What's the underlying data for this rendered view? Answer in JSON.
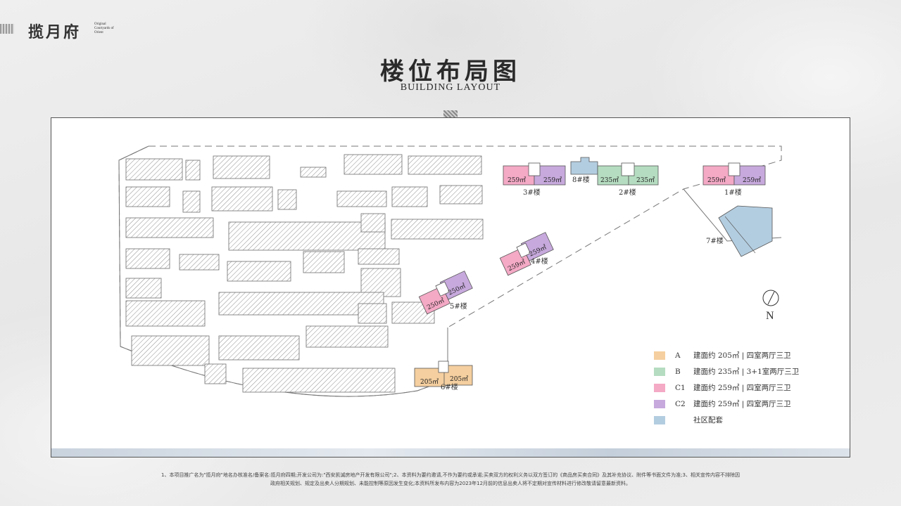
{
  "brand": {
    "logo_text": "揽月府",
    "logo_sub": "Original Courtyards of Orient"
  },
  "title": {
    "cn": "楼位布局图",
    "en": "BUILDING LAYOUT"
  },
  "colors": {
    "A": "#f5cf9f",
    "B": "#b5dcc0",
    "C1": "#f4a9c5",
    "C2": "#c7a9dd",
    "community": "#b3cde0",
    "hatch": "#8f8f8f"
  },
  "buildings": [
    {
      "id": "b3",
      "label": "3#楼",
      "areas": [
        "259㎡",
        "259㎡"
      ]
    },
    {
      "id": "b8",
      "label": "8#楼"
    },
    {
      "id": "b2",
      "label": "2#楼",
      "areas": [
        "235㎡",
        "235㎡"
      ]
    },
    {
      "id": "b1",
      "label": "1#楼",
      "areas": [
        "259㎡",
        "259㎡"
      ]
    },
    {
      "id": "b7",
      "label": "7#楼"
    },
    {
      "id": "b4",
      "label": "4#楼",
      "areas": [
        "259㎡",
        "259㎡"
      ]
    },
    {
      "id": "b5",
      "label": "5#楼",
      "areas": [
        "250㎡",
        "250㎡"
      ]
    },
    {
      "id": "b6",
      "label": "6#楼",
      "areas": [
        "205㎡",
        "205㎡"
      ]
    }
  ],
  "compass": {
    "label": "N"
  },
  "legend": [
    {
      "code": "A",
      "text": "建面约 205㎡ | 四室两厅三卫",
      "color": "#f5cf9f"
    },
    {
      "code": "B",
      "text": "建面约 235㎡ | 3+1室两厅三卫",
      "color": "#b5dcc0"
    },
    {
      "code": "C1",
      "text": "建面约 259㎡ | 四室两厅三卫",
      "color": "#f4a9c5"
    },
    {
      "code": "C2",
      "text": "建面约 259㎡ | 四室两厅三卫",
      "color": "#c7a9dd"
    },
    {
      "code": "",
      "text": "社区配套",
      "color": "#b3cde0"
    }
  ],
  "footnote": {
    "line1": "1、本项目推广名为\"揽月府\"地名办核准名/备案名:揽月府四期;开发公司为:\"西安凯诚房地产开发有限公司\";2、本资料为要约邀请,不作为要约或承诺;买卖双方的权利义务以双方签订的《商品房买卖合同》及其补充协议、附件等书面文件为准;3、相关宣传内容不排除因",
    "line2": "政府相关规划、规定及出卖人分期规划、未能控制等原因发生变化;本资料所发布内容为2023年12月前的信息出卖人将不定期对宣传材料进行修改敬请留意最新资料。"
  }
}
